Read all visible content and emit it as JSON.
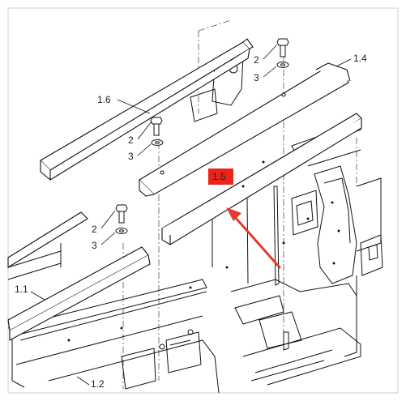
{
  "diagram": {
    "colors": {
      "line": "#111111",
      "hidden_line": "#555555",
      "highlight_fill": "#e8241b",
      "arrow": "#e53b2c",
      "border": "#cfcfcf"
    },
    "labels": {
      "part_1_6": "1.6",
      "part_1_4": "1.4",
      "part_1_5": "1.5",
      "part_1_1": "1.1",
      "part_1_2": "1.2",
      "bolt_a": "2",
      "washer_a": "3",
      "bolt_b": "2",
      "washer_b": "3",
      "bolt_c": "2",
      "washer_c": "3"
    },
    "highlighted_part": "1.5"
  }
}
